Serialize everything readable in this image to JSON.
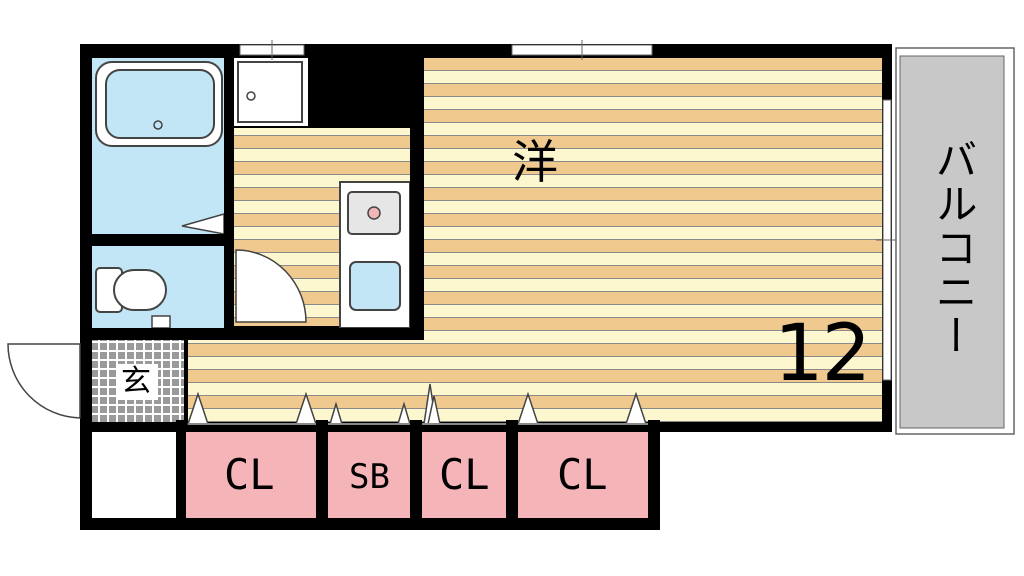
{
  "rooms": {
    "western": {
      "label": "洋",
      "size": "12"
    },
    "entrance": {
      "label": "玄"
    },
    "balcony": {
      "label": "バルコニー"
    }
  },
  "storage": {
    "closet_1": "CL",
    "shoe_box": "SB",
    "closet_2": "CL",
    "closet_3": "CL"
  },
  "colors": {
    "wall": "#000000",
    "floor_light": "#fdf7cf",
    "floor_dark": "#f0c98f",
    "wet_area": "#c3e6f6",
    "closet": "#f5b4b8",
    "balcony": "#c8c8c8",
    "entrance_tile": "#9a9a9a"
  }
}
